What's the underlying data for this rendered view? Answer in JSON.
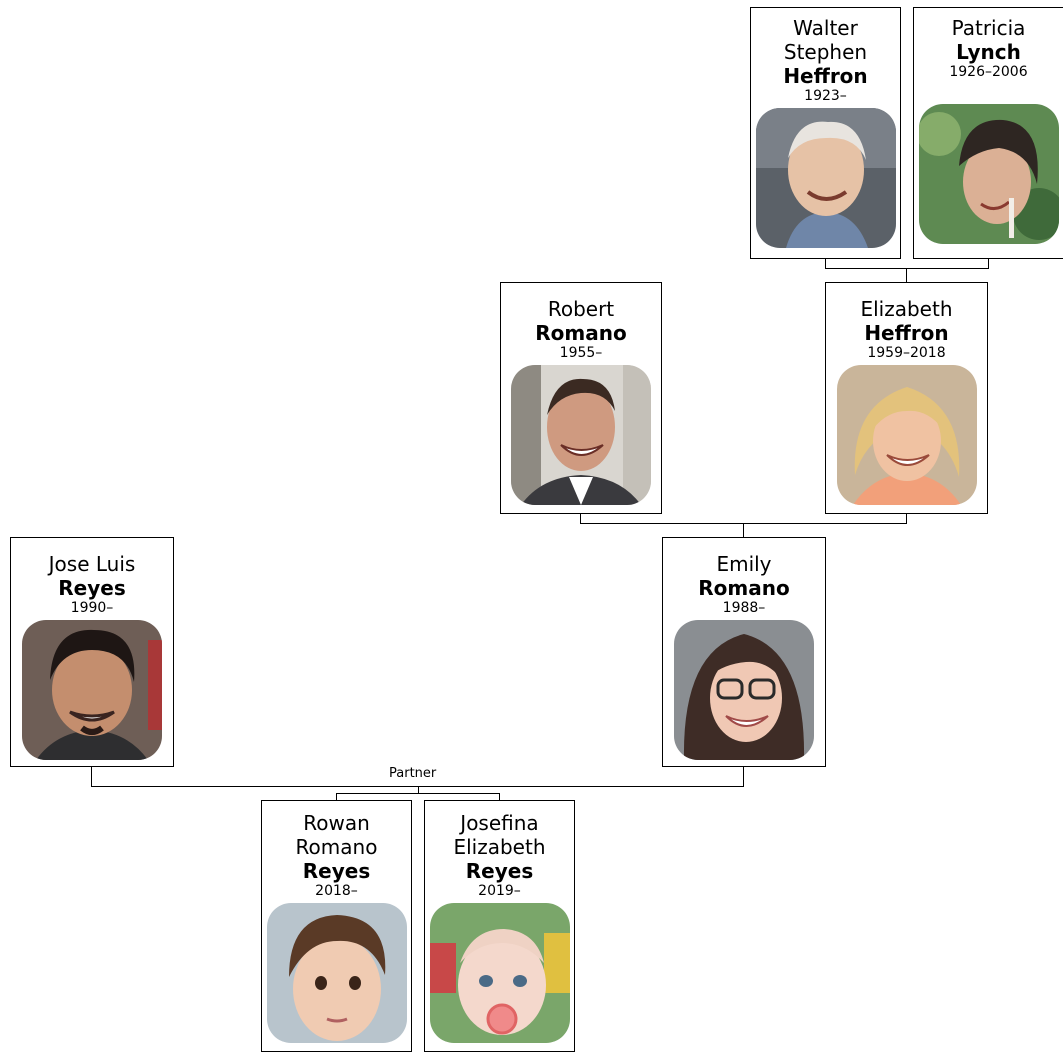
{
  "relationship_label": "Partner",
  "people": {
    "walter": {
      "given": "Walter\nStephen",
      "surname": "Heffron",
      "dates": "1923–",
      "photo": "photo-elderly-man-smiling"
    },
    "patricia": {
      "given": "Patricia",
      "surname": "Lynch",
      "dates": "1926–2006",
      "photo": "photo-young-woman-dark-bob"
    },
    "robert": {
      "given": "Robert",
      "surname": "Romano",
      "dates": "1955–",
      "photo": "photo-man-suit-smiling"
    },
    "elizabeth": {
      "given": "Elizabeth",
      "surname": "Heffron",
      "dates": "1959–2018",
      "photo": "photo-blonde-woman-smiling"
    },
    "jose": {
      "given": "Jose Luis",
      "surname": "Reyes",
      "dates": "1990–",
      "photo": "photo-man-goatee"
    },
    "emily": {
      "given": "Emily",
      "surname": "Romano",
      "dates": "1988–",
      "photo": "photo-woman-glasses"
    },
    "rowan": {
      "given": "Rowan\nRomano",
      "surname": "Reyes",
      "dates": "2018–",
      "photo": "photo-toddler"
    },
    "josefina": {
      "given": "Josefina\nElizabeth",
      "surname": "Reyes",
      "dates": "2019–",
      "photo": "photo-baby-pacifier"
    }
  },
  "colors": {
    "line": "#000000",
    "border": "#000000"
  }
}
